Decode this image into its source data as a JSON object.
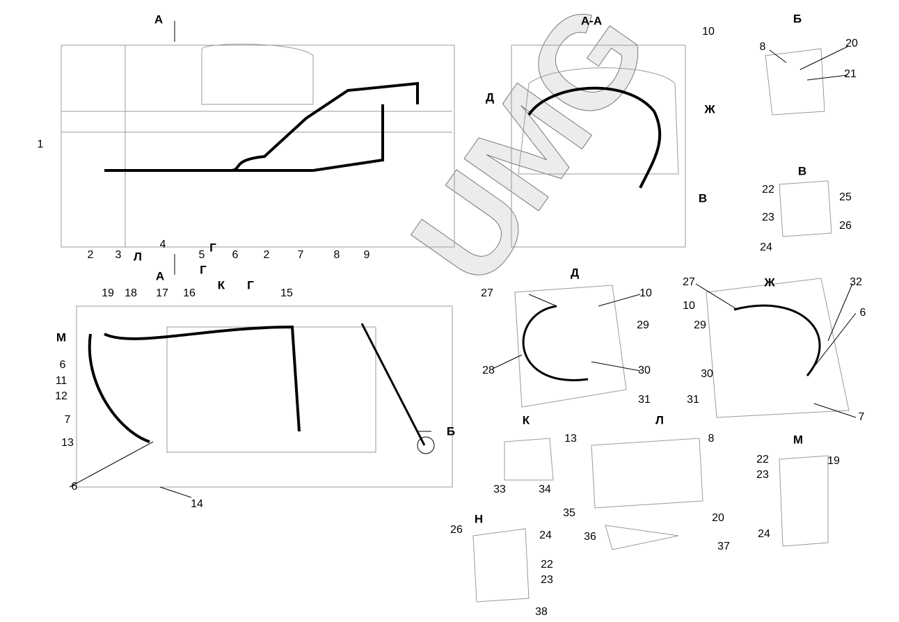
{
  "watermark": "UMG",
  "views": {
    "main_top": {
      "section_marks": [
        "А",
        "А"
      ],
      "direction_mark": "Г",
      "callouts": [
        "1",
        "2",
        "3",
        "Л",
        "4",
        "5",
        "6",
        "2",
        "7",
        "8",
        "9"
      ]
    },
    "section_aa": {
      "title": "А-А",
      "callouts": [
        "10",
        "Д",
        "Ж",
        "В"
      ]
    },
    "detail_b": {
      "title": "Б",
      "callouts": [
        "8",
        "20",
        "21"
      ]
    },
    "detail_v": {
      "title": "В",
      "callouts": [
        "22",
        "25",
        "23",
        "26",
        "24"
      ]
    },
    "main_bottom": {
      "title": "Г",
      "callouts": [
        "К",
        "Г",
        "19",
        "18",
        "17",
        "16",
        "15",
        "М",
        "6",
        "11",
        "12",
        "7",
        "13",
        "6",
        "14",
        "Б"
      ]
    },
    "detail_d": {
      "title": "Д",
      "callouts": [
        "27",
        "10",
        "29",
        "28",
        "30",
        "31"
      ]
    },
    "detail_zh": {
      "title": "Ж",
      "callouts": [
        "27",
        "32",
        "10",
        "6",
        "29",
        "30",
        "31",
        "7"
      ]
    },
    "detail_k": {
      "title": "К",
      "callouts": [
        "33",
        "34"
      ]
    },
    "detail_l": {
      "title": "Л",
      "callouts": [
        "13",
        "8",
        "35",
        "20",
        "36",
        "37"
      ]
    },
    "detail_m": {
      "title": "М",
      "callouts": [
        "22",
        "19",
        "23",
        "24"
      ]
    },
    "detail_n": {
      "title": "Н",
      "callouts": [
        "26",
        "24",
        "22",
        "23",
        "38"
      ]
    }
  }
}
